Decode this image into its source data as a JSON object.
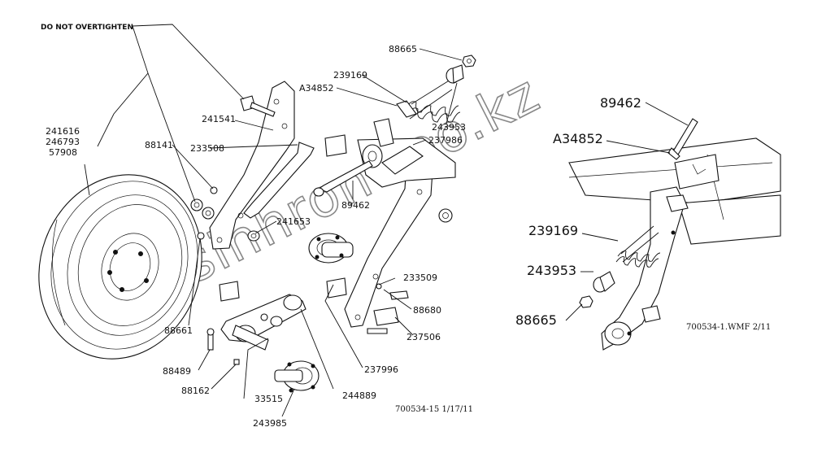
{
  "warning": "DO NOT OVERTIGHTEN",
  "left_labels": {
    "p241616": "241616",
    "p246793": "246793",
    "p57908": "57908",
    "p88141": "88141",
    "p241541": "241541",
    "p233508": "233508",
    "p241653": "241653",
    "p88661": "88661",
    "p88489": "88489",
    "p88162": "88162",
    "p33515": "33515",
    "p243985": "243985",
    "p244889": "244889",
    "p237996": "237996",
    "p237506": "237506",
    "p88680": "88680",
    "p233509": "233509",
    "p89462": "89462",
    "p237986": "237986",
    "p243953": "243953",
    "pA34852": "A34852",
    "p239169": "239169",
    "p88665": "88665"
  },
  "right_labels": {
    "p89462": "89462",
    "pA34852": "A34852",
    "p239169": "239169",
    "p243953": "243953",
    "p88665": "88665"
  },
  "drawing_refs": {
    "left": "700534-15 1/17/11",
    "right": "700534-1.WMF 2/11"
  },
  "watermark": "www.sinhron-too.kz"
}
